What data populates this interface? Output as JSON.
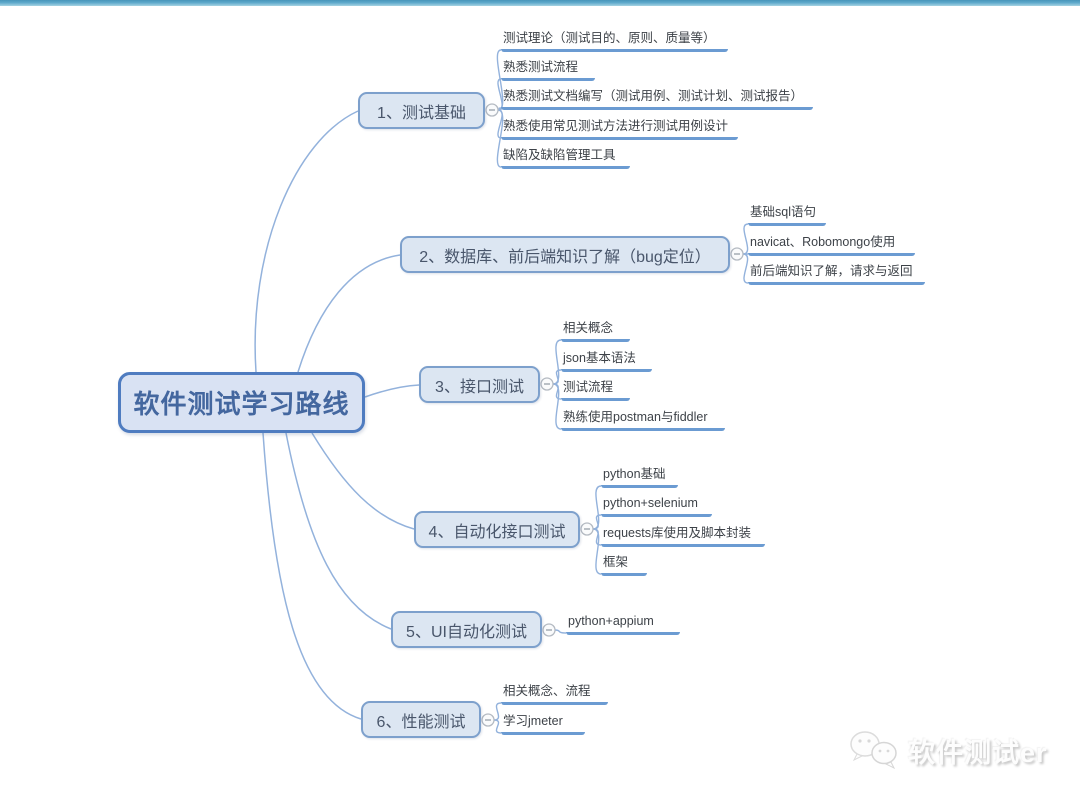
{
  "root": {
    "label": "软件测试学习路线"
  },
  "branches": [
    {
      "label": "1、测试基础",
      "children": [
        "测试理论（测试目的、原则、质量等）",
        "熟悉测试流程",
        "熟悉测试文档编写（测试用例、测试计划、测试报告）",
        "熟悉使用常见测试方法进行测试用例设计",
        "缺陷及缺陷管理工具"
      ]
    },
    {
      "label": "2、数据库、前后端知识了解（bug定位）",
      "children": [
        "基础sql语句",
        "navicat、Robomongo使用",
        "前后端知识了解，请求与返回"
      ]
    },
    {
      "label": "3、接口测试",
      "children": [
        "相关概念",
        "json基本语法",
        "测试流程",
        "熟练使用postman与fiddler"
      ]
    },
    {
      "label": "4、自动化接口测试",
      "children": [
        "python基础",
        "python+selenium",
        "requests库使用及脚本封装",
        "框架"
      ]
    },
    {
      "label": "5、UI自动化测试",
      "children": [
        "python+appium"
      ]
    },
    {
      "label": "6、性能测试",
      "children": [
        "相关概念、流程",
        "学习jmeter"
      ]
    }
  ],
  "watermark": {
    "text": "软件测试er",
    "icon": "wechat-chat-bubbles-icon"
  },
  "icons": {
    "collapse": "minus-circle-icon"
  },
  "colors": {
    "topbar_blue": "#5ea9cb",
    "root_border": "#4f7cc0",
    "root_fill": "#d9e2f3",
    "node_border": "#7da0cc",
    "node_fill": "#dce6f2",
    "connector_blue": "#93b2dc",
    "underline_blue": "#6b9bd2",
    "root_text": "#44679f",
    "node_text": "#49566b",
    "child_text": "#3d4248"
  }
}
